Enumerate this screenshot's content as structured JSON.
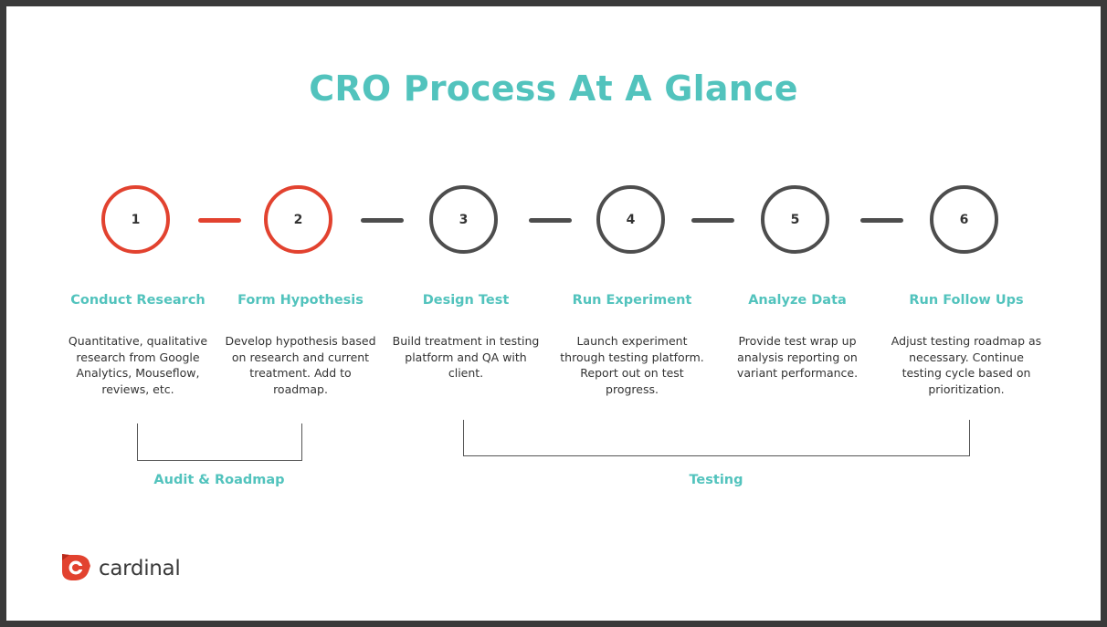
{
  "title": "CRO Process At A Glance",
  "steps": [
    {
      "number": "1",
      "title": "Conduct Research",
      "description": "Quantitative, qualitative research from Google Analytics, Mouseflow, reviews, etc."
    },
    {
      "number": "2",
      "title": "Form Hypothesis",
      "description": "Develop hypothesis based on research and current treatment. Add to roadmap."
    },
    {
      "number": "3",
      "title": "Design Test",
      "description": "Build treatment in testing platform and QA with client."
    },
    {
      "number": "4",
      "title": "Run Experiment",
      "description": "Launch experiment through testing platform. Report out on test progress."
    },
    {
      "number": "5",
      "title": "Analyze Data",
      "description": "Provide test wrap up analysis reporting on variant performance."
    },
    {
      "number": "6",
      "title": "Run Follow Ups",
      "description": "Adjust testing roadmap as necessary. Continue testing cycle based on prioritization."
    }
  ],
  "groups": [
    {
      "label": "Audit & Roadmap"
    },
    {
      "label": "Testing"
    }
  ],
  "logo": {
    "text": "cardinal",
    "icon": "cardinal-logo-icon"
  },
  "colors": {
    "accent": "#52c3bd",
    "active": "#e2422f",
    "inactive": "#4d4d4d"
  }
}
